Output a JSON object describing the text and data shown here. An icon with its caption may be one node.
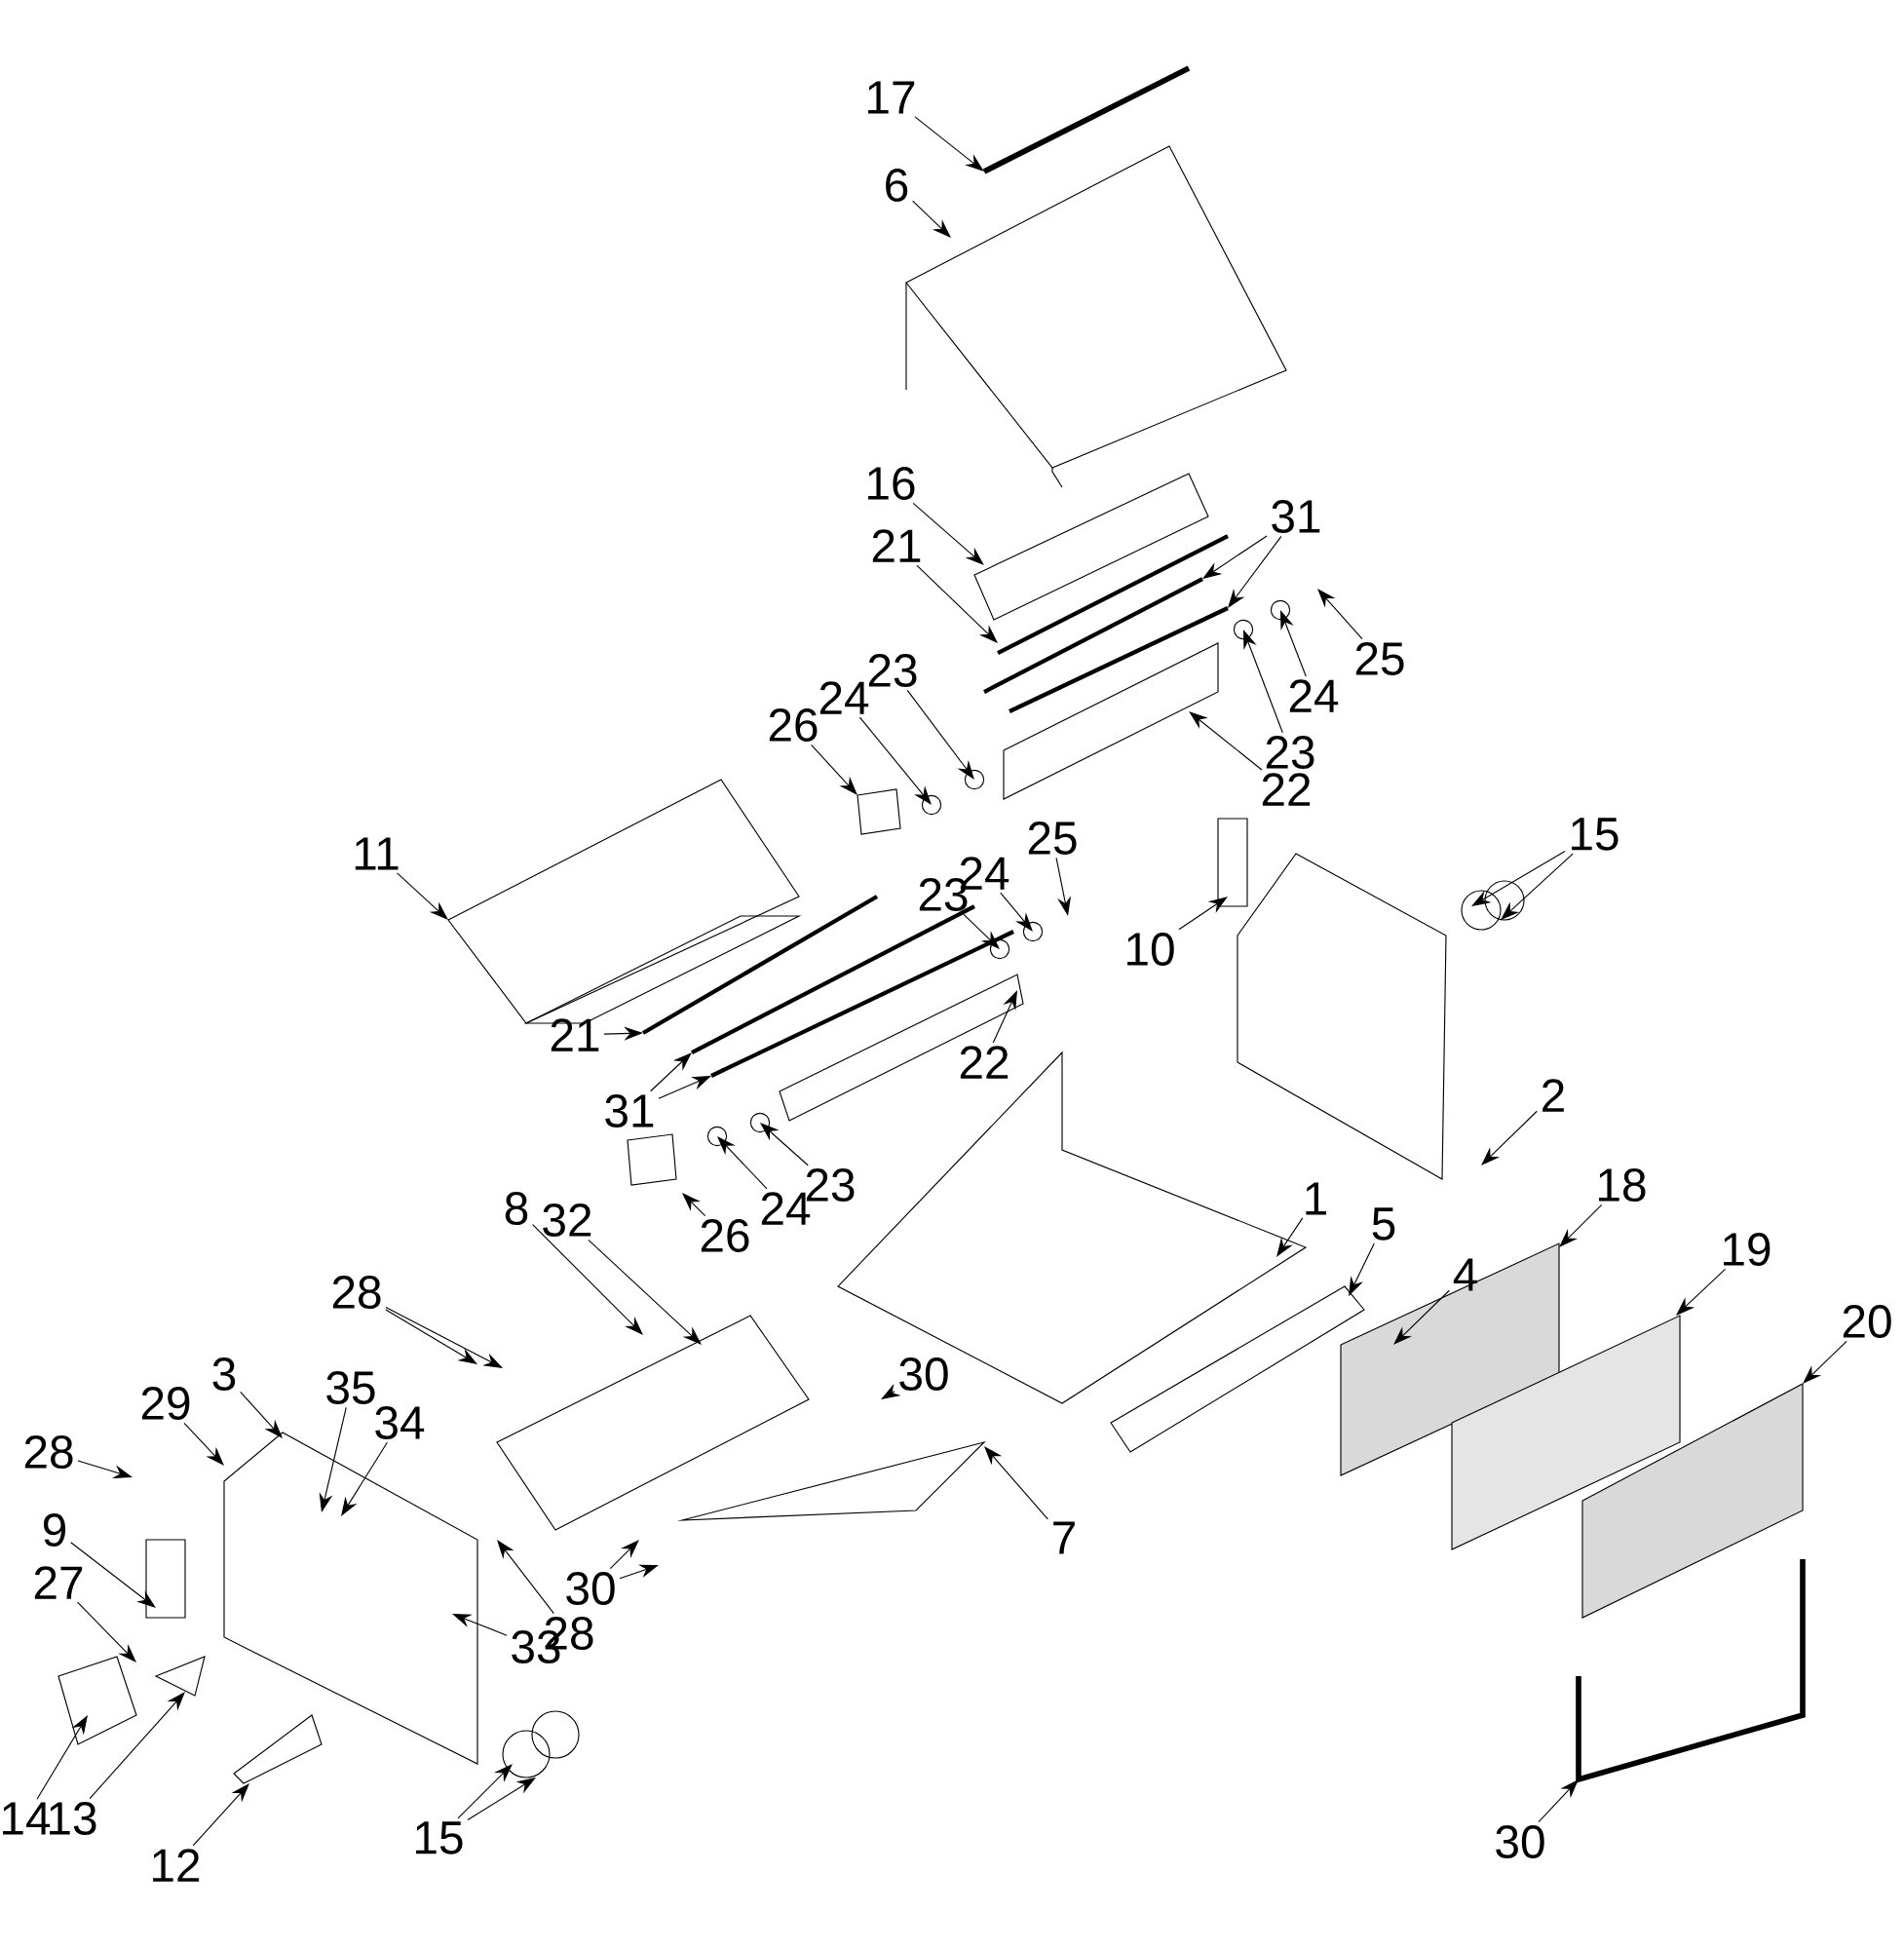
{
  "diagram": {
    "nodes": [
      {
        "text": [
          "17"
        ]
      },
      {
        "text": [
          "6"
        ]
      },
      {
        "text": [
          "16"
        ]
      },
      {
        "text": [
          "21"
        ]
      },
      {
        "text": [
          "31"
        ]
      },
      {
        "text": [
          "24"
        ]
      },
      {
        "text": [
          "25"
        ]
      },
      {
        "text": [
          "23"
        ]
      },
      {
        "text": [
          "22"
        ]
      },
      {
        "text": [
          "26"
        ]
      },
      {
        "text": [
          "24"
        ]
      },
      {
        "text": [
          "23"
        ]
      },
      {
        "text": [
          "11"
        ]
      },
      {
        "text": [
          "25"
        ]
      },
      {
        "text": [
          "24"
        ]
      },
      {
        "text": [
          "23"
        ]
      },
      {
        "text": [
          "10"
        ]
      },
      {
        "text": [
          "15"
        ]
      },
      {
        "text": [
          "21"
        ]
      },
      {
        "text": [
          "31"
        ]
      },
      {
        "text": [
          "22"
        ]
      },
      {
        "text": [
          "26"
        ]
      },
      {
        "text": [
          "24"
        ]
      },
      {
        "text": [
          "23"
        ]
      },
      {
        "text": [
          "2"
        ]
      },
      {
        "text": [
          "1"
        ]
      },
      {
        "text": [
          "5"
        ]
      },
      {
        "text": [
          "4"
        ]
      },
      {
        "text": [
          "18"
        ]
      },
      {
        "text": [
          "19"
        ]
      },
      {
        "text": [
          "20"
        ]
      },
      {
        "text": [
          "8"
        ]
      },
      {
        "text": [
          "32"
        ]
      },
      {
        "text": [
          "28"
        ]
      },
      {
        "text": [
          "30"
        ]
      },
      {
        "text": [
          "7"
        ]
      },
      {
        "text": [
          "3"
        ]
      },
      {
        "text": [
          "29"
        ]
      },
      {
        "text": [
          "35"
        ]
      },
      {
        "text": [
          "34"
        ]
      },
      {
        "text": [
          "28"
        ]
      },
      {
        "text": [
          "9"
        ]
      },
      {
        "text": [
          "27"
        ]
      },
      {
        "text": [
          "28"
        ]
      },
      {
        "text": [
          "30"
        ]
      },
      {
        "text": [
          "33"
        ]
      },
      {
        "text": [
          "14"
        ]
      },
      {
        "text": [
          "13"
        ]
      },
      {
        "text": [
          "12"
        ]
      },
      {
        "text": [
          "15"
        ]
      },
      {
        "text": [
          "30"
        ]
      }
    ],
    "edges": [
      {
        "from": 0,
        "to": null,
        "arrow": "to"
      },
      {
        "from": 1,
        "to": null,
        "arrow": "to"
      },
      {
        "from": 2,
        "to": null,
        "arrow": "to"
      },
      {
        "from": 3,
        "to": null,
        "arrow": "to"
      },
      {
        "from": 4,
        "to": null,
        "arrow": "to"
      },
      {
        "from": 4,
        "to": null,
        "arrow": "to"
      },
      {
        "from": 5,
        "to": null,
        "arrow": "to"
      },
      {
        "from": 6,
        "to": null,
        "arrow": "to"
      },
      {
        "from": 7,
        "to": null,
        "arrow": "to"
      },
      {
        "from": 8,
        "to": null,
        "arrow": "to"
      },
      {
        "from": 9,
        "to": null,
        "arrow": "to"
      },
      {
        "from": 10,
        "to": null,
        "arrow": "to"
      },
      {
        "from": 11,
        "to": null,
        "arrow": "to"
      },
      {
        "from": 12,
        "to": null,
        "arrow": "to"
      },
      {
        "from": 13,
        "to": null,
        "arrow": "to"
      },
      {
        "from": 14,
        "to": null,
        "arrow": "to"
      },
      {
        "from": 15,
        "to": null,
        "arrow": "to"
      },
      {
        "from": 16,
        "to": null,
        "arrow": "to"
      },
      {
        "from": 17,
        "to": null,
        "arrow": "to"
      },
      {
        "from": 17,
        "to": null,
        "arrow": "to"
      },
      {
        "from": 18,
        "to": null,
        "arrow": "to"
      },
      {
        "from": 19,
        "to": null,
        "arrow": "to"
      },
      {
        "from": 19,
        "to": null,
        "arrow": "to"
      },
      {
        "from": 20,
        "to": null,
        "arrow": "to"
      },
      {
        "from": 21,
        "to": null,
        "arrow": "to"
      },
      {
        "from": 22,
        "to": null,
        "arrow": "to"
      },
      {
        "from": 23,
        "to": null,
        "arrow": "to"
      },
      {
        "from": 24,
        "to": null,
        "arrow": "to"
      },
      {
        "from": 25,
        "to": null,
        "arrow": "to"
      },
      {
        "from": 26,
        "to": null,
        "arrow": "to"
      },
      {
        "from": 27,
        "to": null,
        "arrow": "to"
      },
      {
        "from": 28,
        "to": null,
        "arrow": "to"
      },
      {
        "from": 29,
        "to": null,
        "arrow": "to"
      },
      {
        "from": 30,
        "to": null,
        "arrow": "to"
      },
      {
        "from": 31,
        "to": null,
        "arrow": "to"
      },
      {
        "from": 32,
        "to": null,
        "arrow": "to"
      },
      {
        "from": 33,
        "to": null,
        "arrow": "to"
      },
      {
        "from": 33,
        "to": null,
        "arrow": "to"
      },
      {
        "from": 34,
        "to": null,
        "arrow": "to"
      },
      {
        "from": 35,
        "to": null,
        "arrow": "to"
      },
      {
        "from": 36,
        "to": null,
        "arrow": "to"
      },
      {
        "from": 37,
        "to": null,
        "arrow": "to"
      },
      {
        "from": 38,
        "to": null,
        "arrow": "to"
      },
      {
        "from": 39,
        "to": null,
        "arrow": "to"
      },
      {
        "from": 40,
        "to": null,
        "arrow": "to"
      },
      {
        "from": 41,
        "to": null,
        "arrow": "to"
      },
      {
        "from": 42,
        "to": null,
        "arrow": "to"
      },
      {
        "from": 43,
        "to": null,
        "arrow": "to"
      },
      {
        "from": 44,
        "to": null,
        "arrow": "to"
      },
      {
        "from": 44,
        "to": null,
        "arrow": "to"
      },
      {
        "from": 45,
        "to": null,
        "arrow": "to"
      },
      {
        "from": 46,
        "to": null,
        "arrow": "to"
      },
      {
        "from": 47,
        "to": null,
        "arrow": "to"
      },
      {
        "from": 48,
        "to": null,
        "arrow": "to"
      },
      {
        "from": 49,
        "to": null,
        "arrow": "to"
      },
      {
        "from": 49,
        "to": null,
        "arrow": "to"
      },
      {
        "from": 50,
        "to": null,
        "arrow": "to"
      }
    ]
  }
}
